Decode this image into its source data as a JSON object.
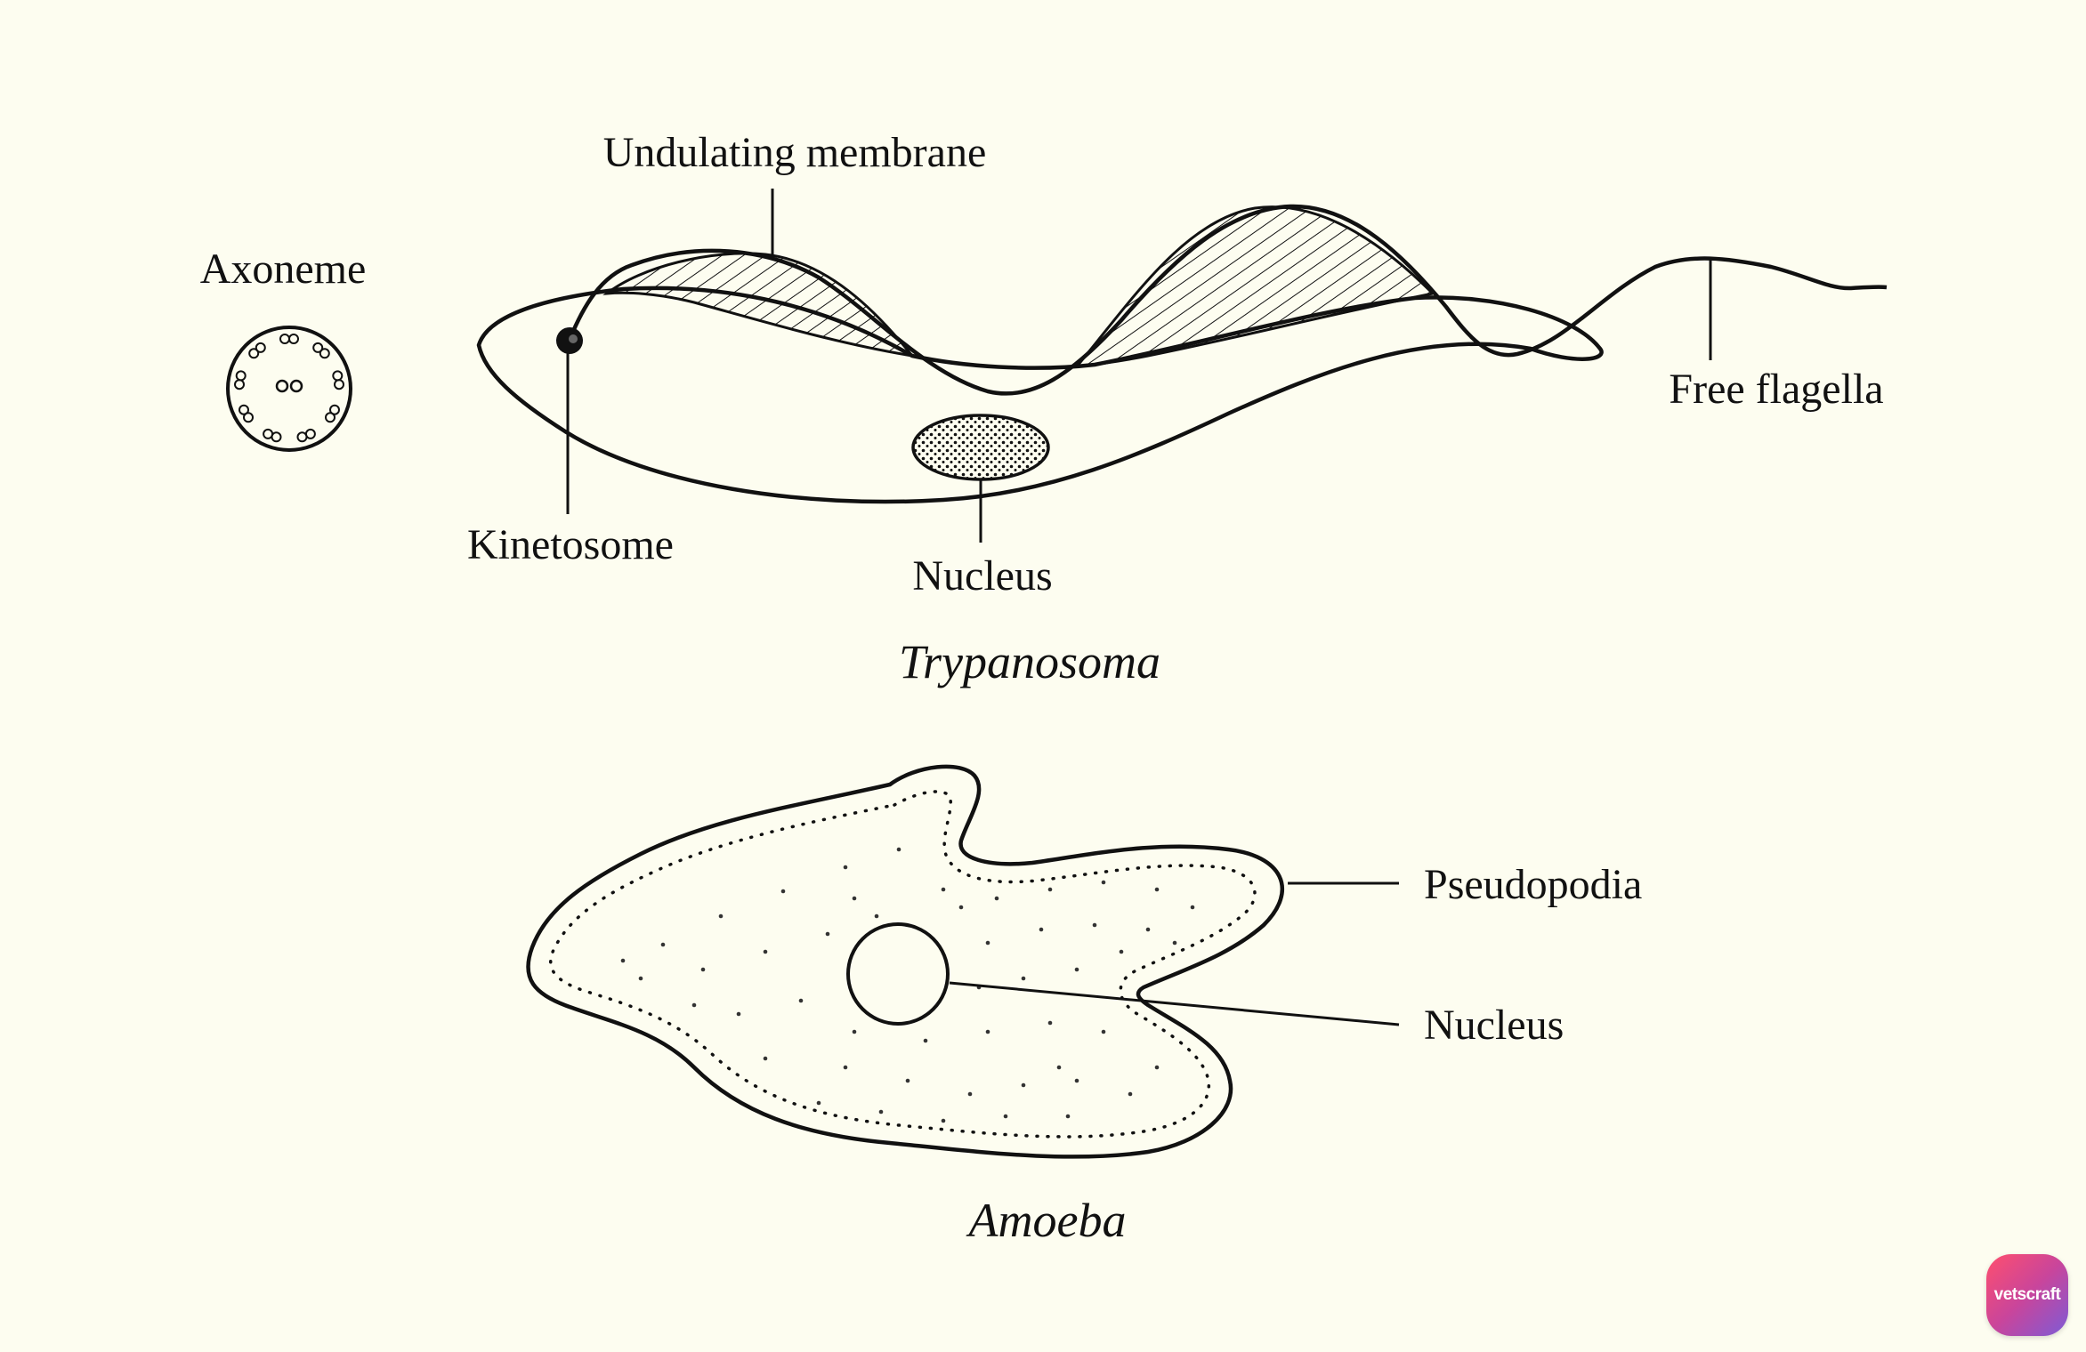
{
  "trypanosoma": {
    "name": "Trypanosoma",
    "labels": {
      "undulating_membrane": "Undulating membrane",
      "axoneme": "Axoneme",
      "kinetosome": "Kinetosome",
      "nucleus": "Nucleus",
      "free_flagella": "Free flagella"
    }
  },
  "amoeba": {
    "name": "Amoeba",
    "labels": {
      "pseudopodia": "Pseudopodia",
      "nucleus": "Nucleus"
    }
  },
  "watermark": {
    "text": "vetscraft"
  },
  "colors": {
    "background": "#fdfdf0",
    "ink": "#111111",
    "badge_gradient_start": "#ff4f6e",
    "badge_gradient_end": "#7d5bd6"
  }
}
